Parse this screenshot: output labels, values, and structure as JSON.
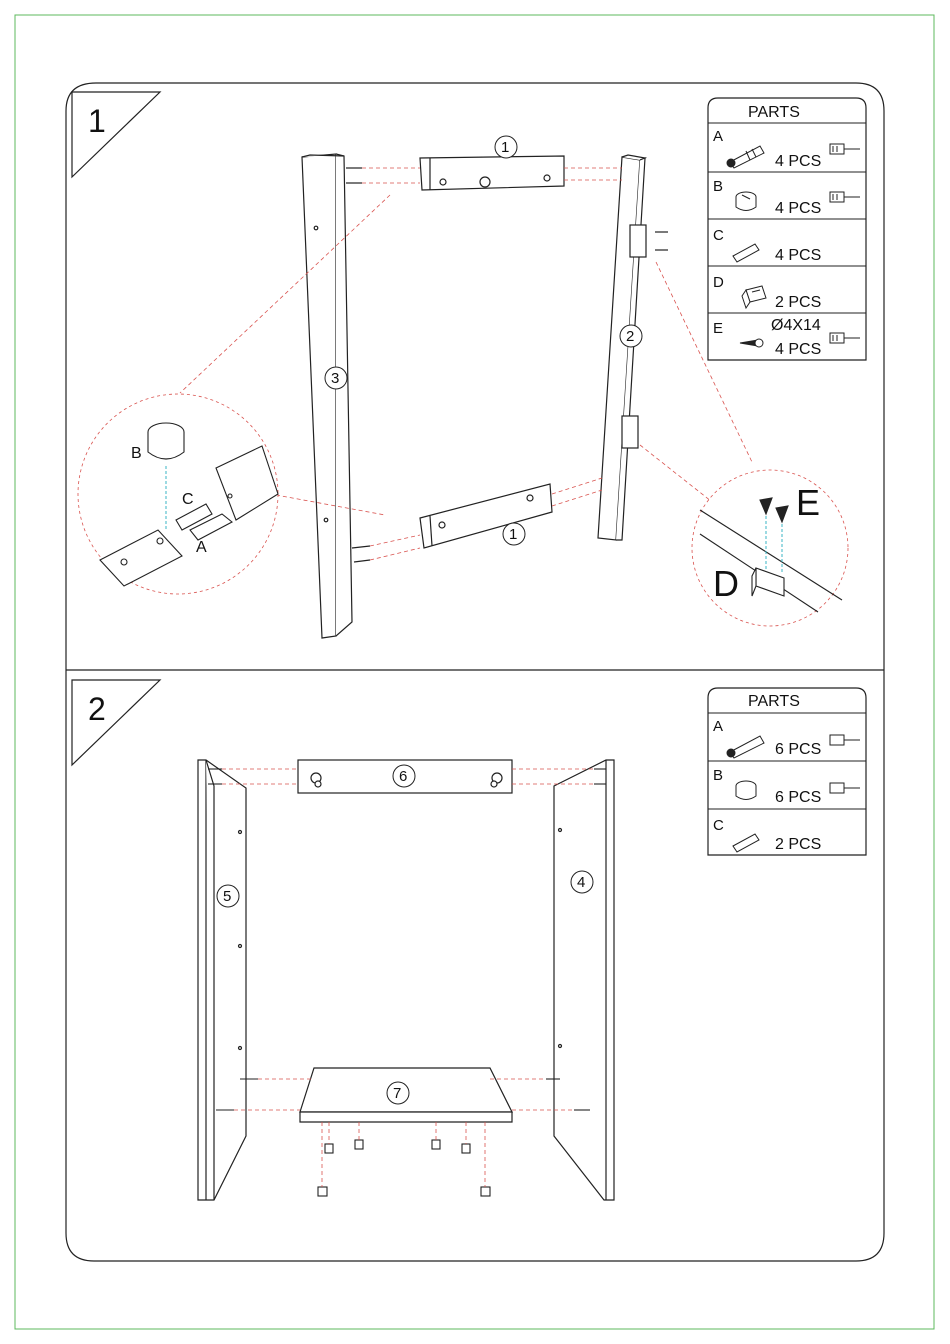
{
  "step1": {
    "number": "1",
    "parts_title": "PARTS",
    "parts": [
      {
        "letter": "A",
        "qty": "4 PCS",
        "spec": ""
      },
      {
        "letter": "B",
        "qty": "4 PCS",
        "spec": ""
      },
      {
        "letter": "C",
        "qty": "4 PCS",
        "spec": ""
      },
      {
        "letter": "D",
        "qty": "2 PCS",
        "spec": ""
      },
      {
        "letter": "E",
        "qty": "4 PCS",
        "spec": "Ø4X14"
      }
    ],
    "callouts": {
      "top_rail": "1",
      "bottom_rail": "1",
      "right_post": "2",
      "left_post": "3"
    },
    "detail_left": {
      "b": "B",
      "c": "C",
      "a": "A"
    },
    "detail_right": {
      "e": "E",
      "d": "D"
    }
  },
  "step2": {
    "number": "2",
    "parts_title": "PARTS",
    "parts": [
      {
        "letter": "A",
        "qty": "6 PCS"
      },
      {
        "letter": "B",
        "qty": "6 PCS"
      },
      {
        "letter": "C",
        "qty": "2 PCS"
      }
    ],
    "callouts": {
      "right_panel": "4",
      "left_panel": "5",
      "top_rail": "6",
      "shelf": "7"
    }
  },
  "colors": {
    "border": "#5cb85c",
    "line": "#111111",
    "guide": "#d9534f",
    "dash_blue": "#3bb5c4"
  }
}
